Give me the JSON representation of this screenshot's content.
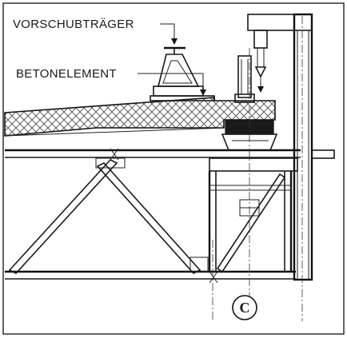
{
  "labels": {
    "vorschubtraeger": "VORSCHUBTRÄGER",
    "betonelement": "BETONELEMENT",
    "detail_mark": "C"
  }
}
